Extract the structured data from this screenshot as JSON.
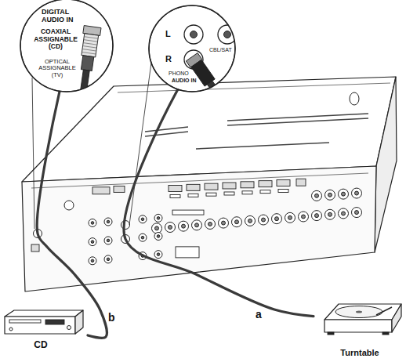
{
  "diagram": {
    "nodes": [
      {
        "text": [
          "DIGITAL AUDIO IN",
          "COAXIAL ASSIGNABLE (CD)",
          "OPTICAL ASSIGNABLE (TV)"
        ]
      },
      {
        "text": [
          "L",
          "R",
          "PHONO",
          "AUDIO IN",
          "CBL/SAT"
        ]
      },
      {
        "text": [
          "CD"
        ]
      },
      {
        "text": [
          "Turntable"
        ]
      }
    ],
    "edges": [
      {
        "from": 2,
        "to": 0,
        "label": "b",
        "arrow": "none"
      },
      {
        "from": 3,
        "to": 1,
        "label": "a",
        "arrow": "none"
      }
    ]
  }
}
